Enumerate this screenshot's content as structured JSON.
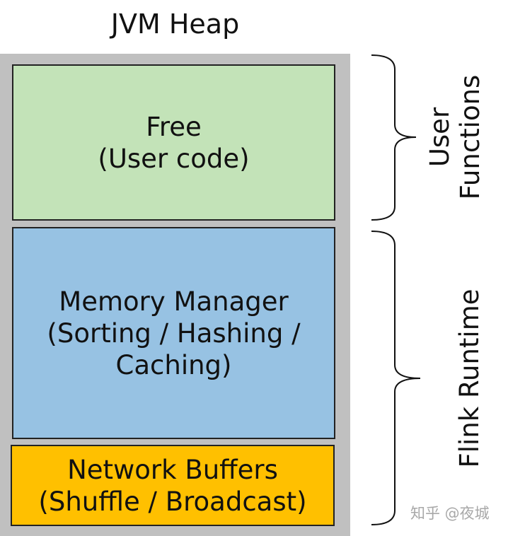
{
  "title": "JVM Heap",
  "blocks": {
    "free": {
      "line1": "Free",
      "line2": "(User code)",
      "color": "#c3e3b8"
    },
    "memory_manager": {
      "line1": "Memory Manager",
      "line2": "(Sorting / Hashing /",
      "line3": "Caching)",
      "color": "#97c2e3"
    },
    "network_buffers": {
      "line1": "Network Buffers",
      "line2": "(Shuffle / Broadcast)",
      "color": "#ffc000"
    }
  },
  "heap_background_color": "#c0c0c0",
  "brackets": {
    "user_functions": {
      "line1": "User",
      "line2": "Functions"
    },
    "flink_runtime": {
      "label": "Flink Runtime"
    }
  },
  "watermark": "知乎 @夜城"
}
